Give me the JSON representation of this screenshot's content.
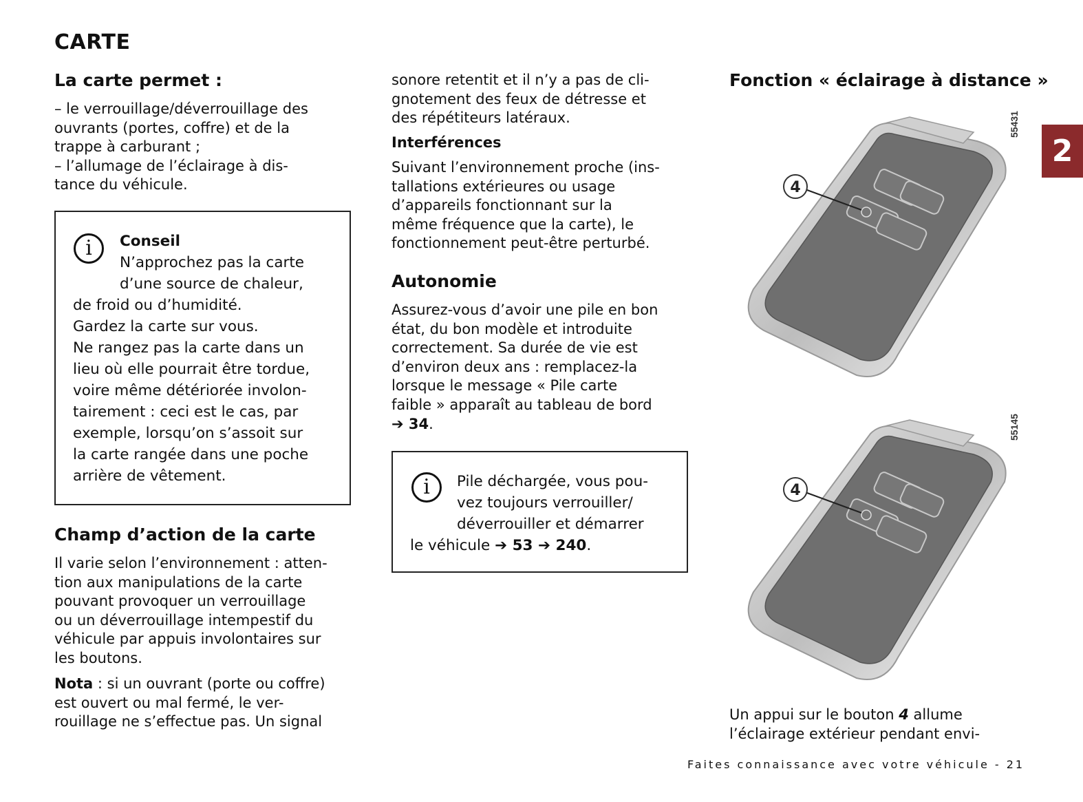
{
  "section_tab": "2",
  "title": "CARTE",
  "left_col": {
    "heading": "La carte permet :",
    "items": [
      "–  le verrouillage/déverrouillage des",
      "ouvrants (portes, coffre) et de la",
      "trappe à carburant ;",
      "–  l’allumage de l’éclairage à dis-",
      "tance du véhicule."
    ],
    "advice_box": {
      "icon": "info-icon",
      "title": "Conseil",
      "lines_indented": [
        "N’approchez pas la carte",
        "d’une source de chaleur,"
      ],
      "lines": [
        "de froid ou d’humidité.",
        "Gardez la carte sur vous.",
        "Ne rangez pas la carte dans un",
        "lieu où elle pourrait être tordue,",
        "voire même détériorée involon-",
        "tairement : ceci est le cas, par",
        "exemple, lorsqu’on s’assoit sur",
        "la carte rangée dans une poche",
        "arrière de vêtement."
      ]
    },
    "range_heading": "Champ d’action de la carte",
    "range_text": [
      "Il varie selon l’environnement : atten-",
      "tion aux manipulations de la carte",
      "pouvant provoquer un verrouillage",
      "ou un déverrouillage intempestif du",
      "véhicule par appuis involontaires sur",
      "les boutons."
    ],
    "nota_label": "Nota",
    "nota_lines": [
      " : si un ouvrant (porte ou coffre)",
      "est ouvert ou mal fermé, le ver-",
      "rouillage ne s’effectue pas. Un signal"
    ]
  },
  "mid_col": {
    "continued": [
      "sonore retentit et il n’y a pas de cli-",
      "gnotement des feux de détresse et",
      "des répétiteurs latéraux."
    ],
    "interference_heading": "Interférences",
    "interference_text": [
      "Suivant l’environnement proche (ins-",
      "tallations extérieures ou usage",
      "d’appareils fonctionnant sur la",
      "même fréquence que la carte), le",
      "fonctionnement peut-être perturbé."
    ],
    "autonomy_heading": "Autonomie",
    "autonomy_text": [
      "Assurez-vous d’avoir une pile en bon",
      "état, du bon modèle et introduite",
      "correctement. Sa durée de vie est",
      "d’environ deux ans : remplacez-la",
      "lorsque le message « Pile carte",
      "faible » apparaît au tableau de bord"
    ],
    "autonomy_ref": "➔ 34",
    "battery_box": {
      "icon": "info-icon",
      "lines_indented": [
        "Pile déchargée, vous pou-",
        "vez toujours verrouiller/",
        "déverrouiller et démarrer"
      ],
      "last_prefix": "le véhicule ",
      "last_refs": "➔ 53 ➔ 240"
    }
  },
  "right_col": {
    "heading": "Fonction « éclairage à distance »",
    "figure1_ref": "55431",
    "figure2_ref": "55145",
    "callout": "4",
    "caption_1": "Un appui sur le bouton ",
    "caption_button": "4",
    "caption_2": " allume",
    "caption_line2": "l’éclairage extérieur pendant envi-"
  },
  "footer": "Faites connaissance avec votre véhicule - 21"
}
